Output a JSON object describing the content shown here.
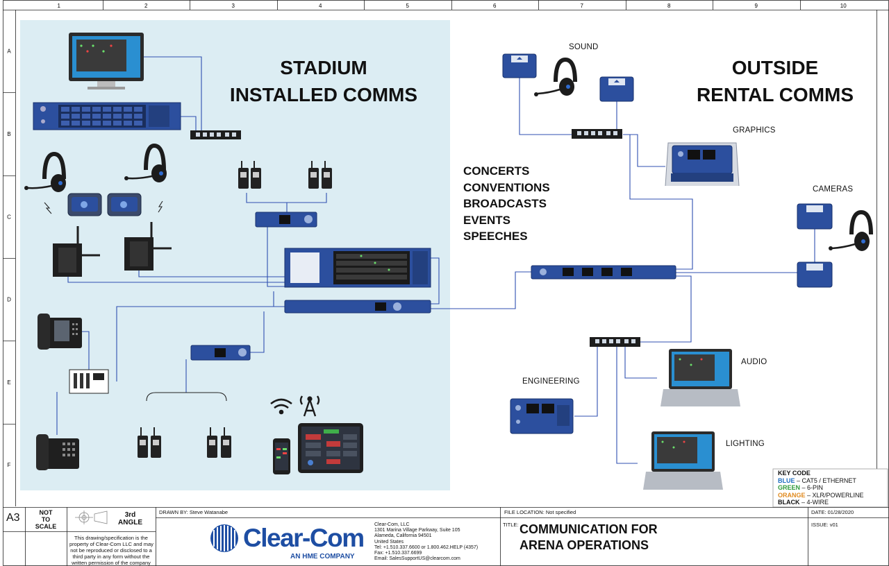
{
  "grid": {
    "columns": [
      "1",
      "2",
      "3",
      "4",
      "5",
      "6",
      "7",
      "8",
      "9",
      "10"
    ],
    "rows": [
      "A",
      "B",
      "C",
      "D",
      "E",
      "F"
    ]
  },
  "headings": {
    "stadium": [
      "STADIUM",
      "INSTALLED COMMS"
    ],
    "outside": [
      "OUTSIDE",
      "RENTAL COMMS"
    ]
  },
  "event_types": [
    "CONCERTS",
    "CONVENTIONS",
    "BROADCASTS",
    "EVENTS",
    "SPEECHES"
  ],
  "areas": {
    "sound": "SOUND",
    "graphics": "GRAPHICS",
    "cameras": "CAMERAS",
    "audio": "AUDIO",
    "engineering": "ENGINEERING",
    "lighting": "LIGHTING"
  },
  "key_code": {
    "title": "KEY CODE",
    "entries": [
      {
        "name": "BLUE",
        "desc": " – CAT5 / ETHERNET",
        "color": "#1f6fc0"
      },
      {
        "name": "GREEN",
        "desc": " – 6-PIN",
        "color": "#2e9a3a"
      },
      {
        "name": "ORANGE",
        "desc": "  – XLR/POWERLINE",
        "color": "#e08a1e"
      },
      {
        "name": "BLACK",
        "desc": " – 4-WIRE",
        "color": "#111111"
      }
    ]
  },
  "title_block": {
    "sheet_size": "A3",
    "scale": [
      "NOT",
      "TO",
      "SCALE"
    ],
    "projection": [
      "3rd",
      "ANGLE"
    ],
    "drawn_by_label": "DRAWN BY:",
    "drawn_by": "Steve Watanabe",
    "notice": [
      "This drawing/specification is the",
      "property of Clear-Com LLC and may",
      "not be reproduced or disclosed to a",
      "third party in any form without the",
      "written permission of the company"
    ],
    "logo_text": "Clear-Com",
    "logo_tagline": "AN HME COMPANY",
    "company": [
      "Clear-Com, LLC",
      "1301 Marina Village Parkway, Suite 105",
      "Alameda, California 94501",
      "United States",
      "Tel: +1.510.337.6600 or 1.800.462.HELP (4357)",
      "Fax: +1.510.337.6699",
      "Email: SalesSupportUS@clearcom.com"
    ],
    "file_location_label": "FILE LOCATION:",
    "file_location": "Not specified",
    "title_label": "TITLE:",
    "title": [
      "COMMUNICATION FOR",
      "ARENA OPERATIONS"
    ],
    "date_label": "DATE:",
    "date": "01/28/2020",
    "issue_label": "ISSUE:",
    "issue": "v01"
  },
  "colors": {
    "stadium_area": "#dcedf3",
    "device_blue": "#2c4f9e",
    "link_blue": "#2f4fb0",
    "logo_blue": "#1e4ea3"
  }
}
